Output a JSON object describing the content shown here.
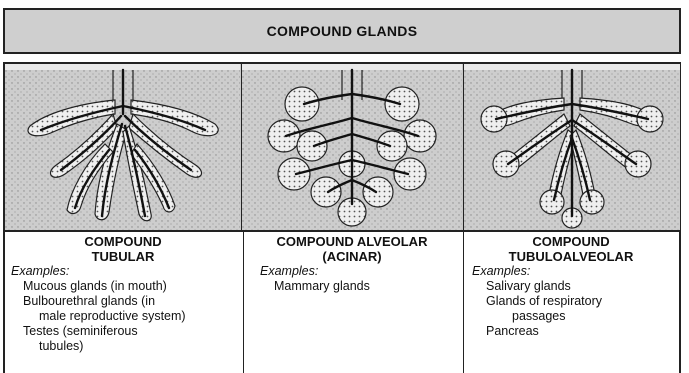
{
  "header": {
    "title": "COMPOUND GLANDS"
  },
  "panels": [
    {
      "icon": "compound-tubular-gland-illustration"
    },
    {
      "icon": "compound-alveolar-gland-illustration"
    },
    {
      "icon": "compound-tubuloalveolar-gland-illustration"
    }
  ],
  "columns": [
    {
      "title_line1": "COMPOUND",
      "title_line2": "TUBULAR",
      "examples_label": "Examples:",
      "items": [
        {
          "line1": "Mucous glands (in mouth)",
          "line2": ""
        },
        {
          "line1": "Bulbourethral glands (in",
          "line2": "male reproductive system)"
        },
        {
          "line1": "Testes (seminiferous",
          "line2": "tubules)"
        }
      ]
    },
    {
      "title_line1": "COMPOUND ALVEOLAR",
      "title_line2": "(ACINAR)",
      "examples_label": "Examples:",
      "items": [
        {
          "line1": "Mammary glands",
          "line2": ""
        }
      ]
    },
    {
      "title_line1": "COMPOUND",
      "title_line2": "TUBULOALVEOLAR",
      "examples_label": "Examples:",
      "items": [
        {
          "line1": "Salivary glands",
          "line2": ""
        },
        {
          "line1": "Glands of respiratory",
          "line2": "passages"
        },
        {
          "line1": "Pancreas",
          "line2": ""
        }
      ]
    }
  ]
}
